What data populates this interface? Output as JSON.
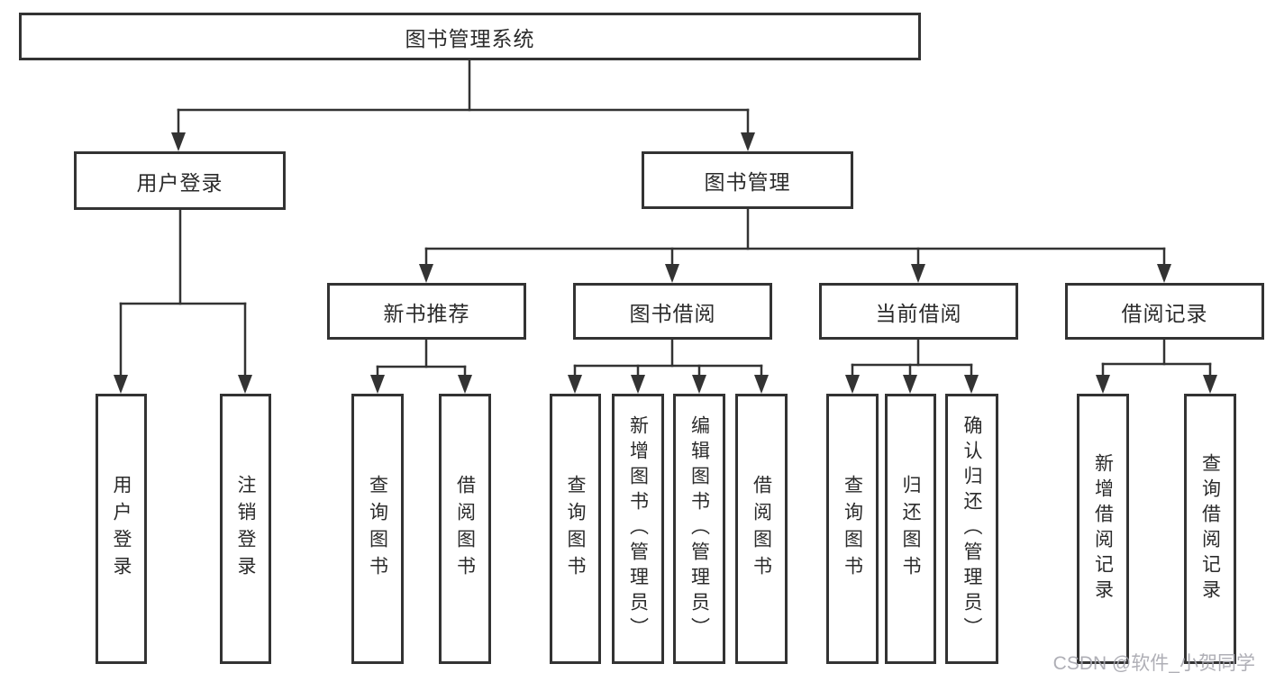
{
  "tree": {
    "root": {
      "label": "图书管理系统"
    },
    "branches": [
      {
        "label": "用户登录",
        "children": [
          "用户登录",
          "注销登录"
        ]
      },
      {
        "label": "图书管理",
        "sections": [
          {
            "label": "新书推荐",
            "children": [
              "查询图书",
              "借阅图书"
            ]
          },
          {
            "label": "图书借阅",
            "children": [
              "查询图书",
              "新增图书（管理员）",
              "编辑图书（管理员）",
              "借阅图书"
            ]
          },
          {
            "label": "当前借阅",
            "children": [
              "查询图书",
              "归还图书",
              "确认归还（管理员）"
            ]
          },
          {
            "label": "借阅记录",
            "children": [
              "新增借阅记录",
              "查询借阅记录"
            ]
          }
        ]
      }
    ]
  },
  "watermark": {
    "text": "CSDN @软件_小贺同学"
  },
  "colors": {
    "line": "#333333",
    "text": "#2b2b2b",
    "watermark": "#a6a6ae",
    "background": "#ffffff"
  }
}
